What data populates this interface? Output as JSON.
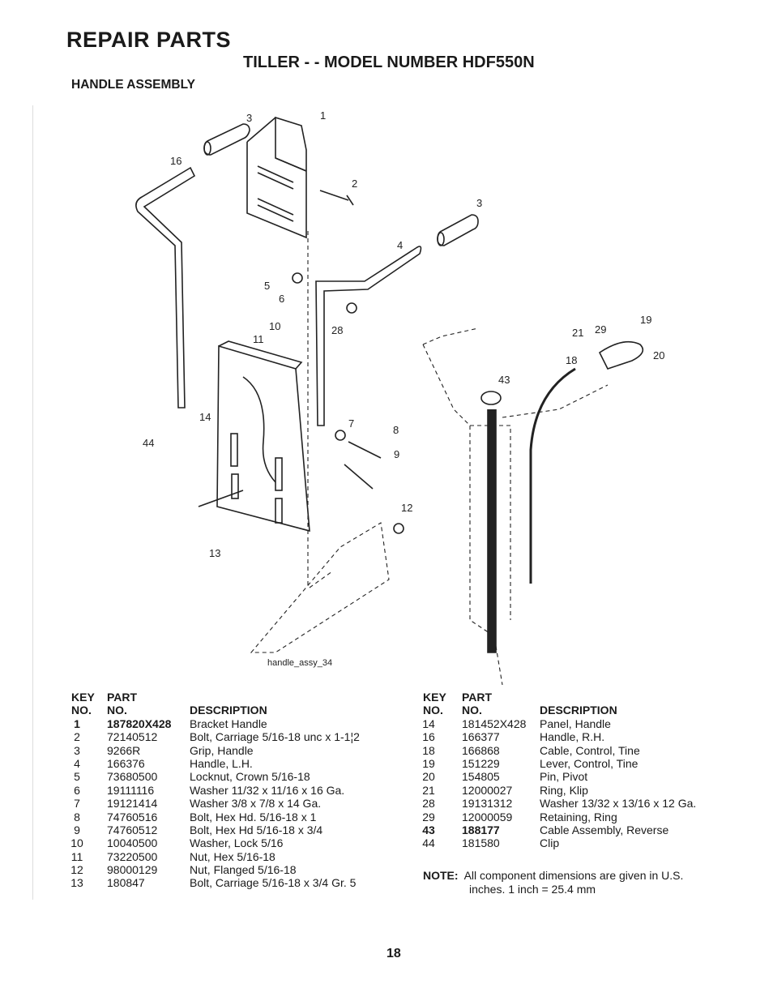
{
  "header": {
    "title": "REPAIR PARTS",
    "subtitle": "TILLER - - MODEL NUMBER HDF550N",
    "section": "HANDLE ASSEMBLY"
  },
  "diagram": {
    "caption": "handle_assy_34",
    "callouts": [
      "1",
      "2",
      "3",
      "3",
      "4",
      "5",
      "6",
      "7",
      "8",
      "9",
      "10",
      "11",
      "12",
      "13",
      "14",
      "16",
      "18",
      "19",
      "20",
      "21",
      "28",
      "29",
      "43",
      "44"
    ]
  },
  "table_headers": {
    "key": "KEY",
    "no": "NO.",
    "part": "PART",
    "part_no": "NO.",
    "description": "DESCRIPTION"
  },
  "parts_left": [
    {
      "key": "1",
      "part": "187820X428",
      "desc": "Bracket Handle",
      "bold": true
    },
    {
      "key": "2",
      "part": "72140512",
      "desc": "Bolt, Carriage  5/16-18 unc x 1-1¦2"
    },
    {
      "key": "3",
      "part": "9266R",
      "desc": "Grip, Handle"
    },
    {
      "key": "4",
      "part": "166376",
      "desc": "Handle, L.H."
    },
    {
      "key": "5",
      "part": "73680500",
      "desc": "Locknut, Crown  5/16-18"
    },
    {
      "key": "6",
      "part": "19111116",
      "desc": "Washer  11/32 x 11/16 x 16 Ga."
    },
    {
      "key": "7",
      "part": "19121414",
      "desc": "Washer  3/8 x 7/8 x 14 Ga."
    },
    {
      "key": "8",
      "part": "74760516",
      "desc": "Bolt, Hex Hd. 5/16-18 x 1"
    },
    {
      "key": "9",
      "part": "74760512",
      "desc": "Bolt, Hex Hd 5/16-18 x 3/4"
    },
    {
      "key": "10",
      "part": "10040500",
      "desc": "Washer, Lock  5/16"
    },
    {
      "key": "11",
      "part": "73220500",
      "desc": "Nut, Hex  5/16-18"
    },
    {
      "key": "12",
      "part": "98000129",
      "desc": "Nut, Flanged  5/16-18"
    },
    {
      "key": "13",
      "part": "180847",
      "desc": "Bolt, Carriage  5/16-18 x 3/4 Gr. 5"
    }
  ],
  "parts_right": [
    {
      "key": "14",
      "part": "181452X428",
      "desc": "Panel, Handle"
    },
    {
      "key": "16",
      "part": "166377",
      "desc": "Handle, R.H."
    },
    {
      "key": "18",
      "part": "166868",
      "desc": "Cable, Control, Tine"
    },
    {
      "key": "19",
      "part": "151229",
      "desc": "Lever, Control, Tine"
    },
    {
      "key": "20",
      "part": "154805",
      "desc": "Pin, Pivot"
    },
    {
      "key": "21",
      "part": "12000027",
      "desc": "Ring, Klip"
    },
    {
      "key": "28",
      "part": "19131312",
      "desc": "Washer 13/32 x 13/16 x 12 Ga."
    },
    {
      "key": "29",
      "part": "12000059",
      "desc": "Retaining, Ring"
    },
    {
      "key": "43",
      "part": "188177",
      "desc": "Cable Assembly, Reverse",
      "bold": true
    },
    {
      "key": "44",
      "part": "181580",
      "desc": "Clip"
    }
  ],
  "note": {
    "label": "NOTE:",
    "line1": "All component dimensions are given in U.S.",
    "line2": "inches.  1 inch = 25.4 mm"
  },
  "page_number": "18"
}
